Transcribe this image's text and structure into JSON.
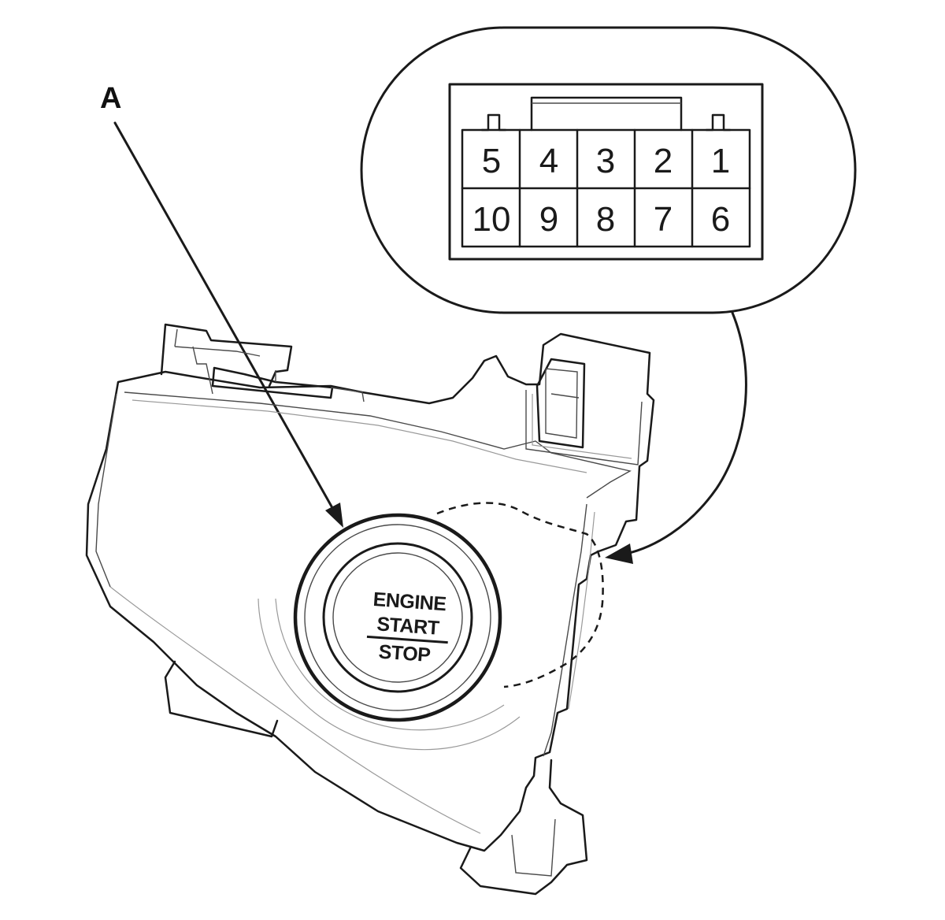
{
  "callout": {
    "label": "A"
  },
  "connector": {
    "pins_top_row": [
      "5",
      "4",
      "3",
      "2",
      "1"
    ],
    "pins_bottom_row": [
      "10",
      "9",
      "8",
      "7",
      "6"
    ]
  },
  "button": {
    "line1": "ENGINE",
    "line2": "START",
    "line3": "STOP"
  },
  "colors": {
    "line": "#1a1a1a",
    "background": "#ffffff"
  }
}
